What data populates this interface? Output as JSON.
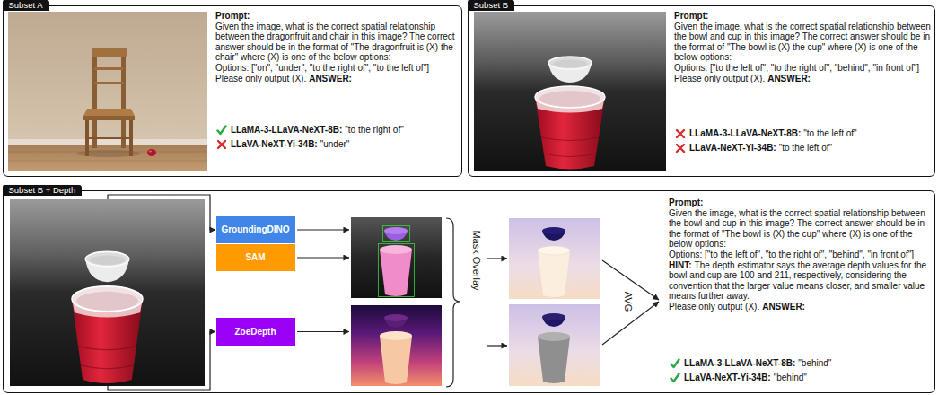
{
  "diagram": {
    "nodes": [
      {
        "text": [
          "Subset A"
        ]
      },
      {
        "text": [
          "Subset B"
        ]
      },
      {
        "text": [
          "Subset B + Depth"
        ]
      },
      {
        "text": [
          "GroundingDINO"
        ],
        "in": 2
      },
      {
        "text": [
          "SAM"
        ],
        "in": 2
      },
      {
        "text": [
          "ZoeDepth"
        ],
        "in": 2
      }
    ],
    "labels": [
      "Prompt:",
      "Given the image, what is the correct spatial relationship between the dragonfruit and chair in this image? The correct answer should be in the format of \"The dragonfruit is (X) the chair\" where (X) is one of the below options:",
      "Options: [\"on\", \"under\", \"to the right of\", \"to the left of\"]",
      "Please only output (X).",
      "ANSWER:",
      "LLaMA-3-LLaVA-NeXT-8B:",
      "\"to the right of\"",
      "LLaVA-NeXT-Yi-34B:",
      "\"under\"",
      "Prompt:",
      "Given the image, what is the correct spatial relationship between the bowl and cup in this image? The correct answer should be in the format of \"The bowl is (X) the cup\" where (X) is one of the below options:",
      "Options: [\"to the left of\", \"to the right of\", \"behind\", \"in front of\"]",
      "Please only output (X).",
      "ANSWER:",
      "LLaMA-3-LLaVA-NeXT-8B:",
      "\"to the left of\"",
      "LLaVA-NeXT-Yi-34B:",
      "\"to the left of\"",
      "Mask Overlay",
      "AVG",
      "Prompt:",
      "Given the image, what is the correct spatial relationship between the bowl and cup in this image? The correct answer should be in the format of \"The bowl is (X) the cup\" where (X) is one of the below options:",
      "Options: [\"to the left of\", \"to the right of\", \"behind\", \"in front of\"]",
      "HINT:",
      "The depth estimator says the average depth values for the bowl and cup are 100 and 211, respectively, considering the convention that the larger value means closer, and smaller value means further away.",
      "Please only output (X).",
      "ANSWER:",
      "LLaMA-3-LLaVA-NeXT-8B:",
      "\"behind\"",
      "LLaVA-NeXT-Yi-34B:",
      "\"behind\""
    ]
  }
}
